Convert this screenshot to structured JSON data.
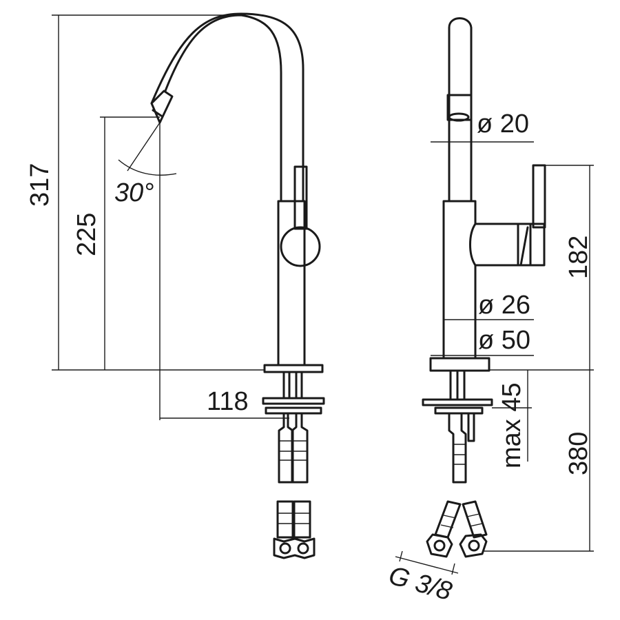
{
  "diagram": {
    "side_view": {
      "total_height": "317",
      "spout_height": "225",
      "spout_angle": "30°",
      "spout_reach": "118"
    },
    "front_view": {
      "spout_diameter": "ø 20",
      "handle_height": "182",
      "body_diameter": "ø 26",
      "base_diameter": "ø 50",
      "max_deck_thickness": "max 45",
      "hose_length": "380",
      "connection_thread": "G 3/8"
    }
  }
}
